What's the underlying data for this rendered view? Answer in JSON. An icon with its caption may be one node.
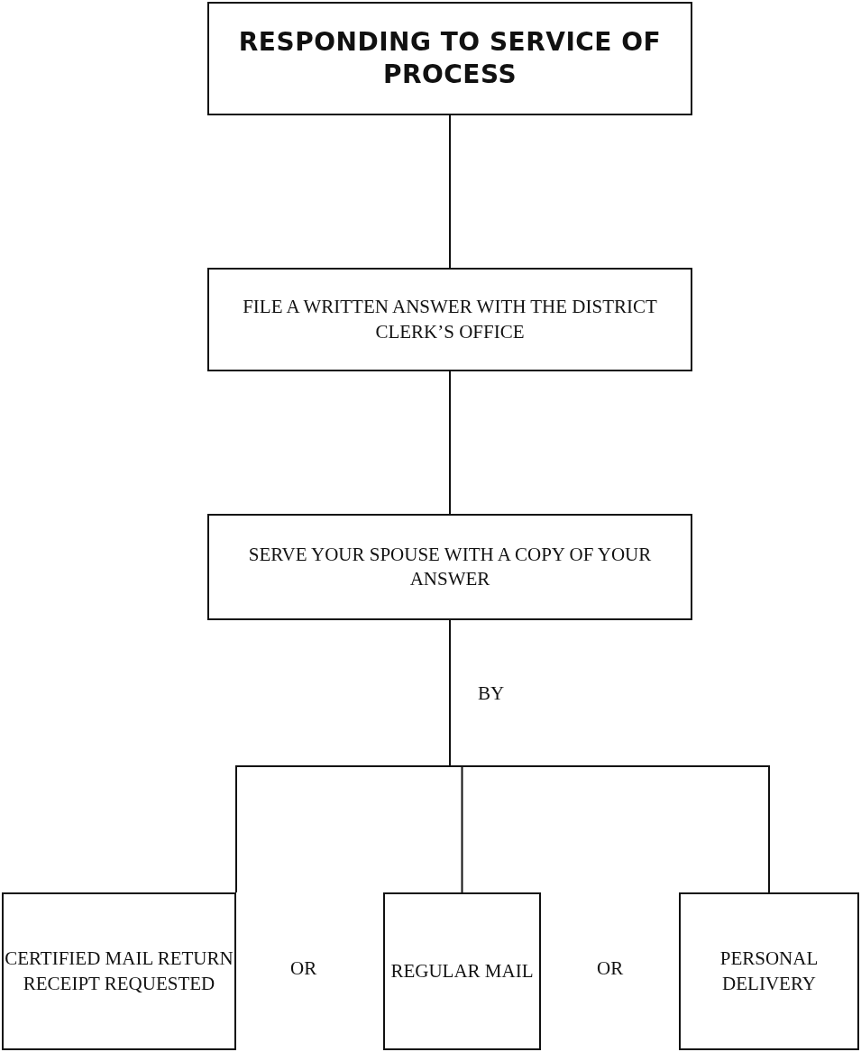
{
  "diagram": {
    "nodes": [
      {
        "text": [
          "RESPONDING TO SERVICE OF PROCESS"
        ]
      },
      {
        "text": [
          "FILE A WRITTEN ANSWER WITH THE DISTRICT CLERK’S OFFICE"
        ]
      },
      {
        "text": [
          "SERVE YOUR SPOUSE WITH A COPY OF YOUR ANSWER"
        ]
      },
      {
        "text": [
          "CERTIFIED MAIL RETURN RECEIPT REQUESTED"
        ]
      },
      {
        "text": [
          "REGULAR MAIL"
        ]
      },
      {
        "text": [
          "PERSONAL DELIVERY"
        ]
      }
    ],
    "edges": [
      {
        "from": 0,
        "to": 1,
        "arrow": "none"
      },
      {
        "from": 1,
        "to": 2,
        "arrow": "none"
      },
      {
        "from": 2,
        "to": 3,
        "arrow": "none"
      },
      {
        "from": 2,
        "to": 4,
        "arrow": "none"
      },
      {
        "from": 2,
        "to": 5,
        "arrow": "none"
      }
    ],
    "labels": [
      "BY",
      "OR",
      "OR"
    ]
  }
}
